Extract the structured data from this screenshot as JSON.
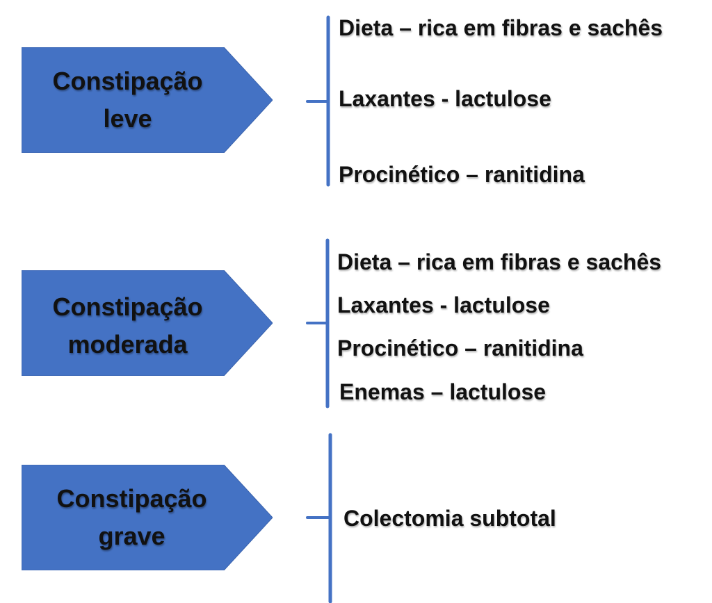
{
  "colors": {
    "arrow_fill": "#4472C4",
    "arrow_stroke": "#3A63AD",
    "bracket": "#4472C4",
    "text": "#111111"
  },
  "groups": [
    {
      "label_lines": [
        "Constipação",
        "leve"
      ],
      "items": [
        "Dieta – rica em fibras e sachês",
        "Laxantes - lactulose",
        "Procinético – ranitidina"
      ]
    },
    {
      "label_lines": [
        "Constipação",
        "moderada"
      ],
      "items": [
        "Dieta – rica em fibras e sachês",
        "Laxantes - lactulose",
        "Procinético – ranitidina",
        "Enemas – lactulose"
      ]
    },
    {
      "label_lines": [
        "Constipação",
        "grave"
      ],
      "items": [
        "Colectomia subtotal"
      ]
    }
  ]
}
